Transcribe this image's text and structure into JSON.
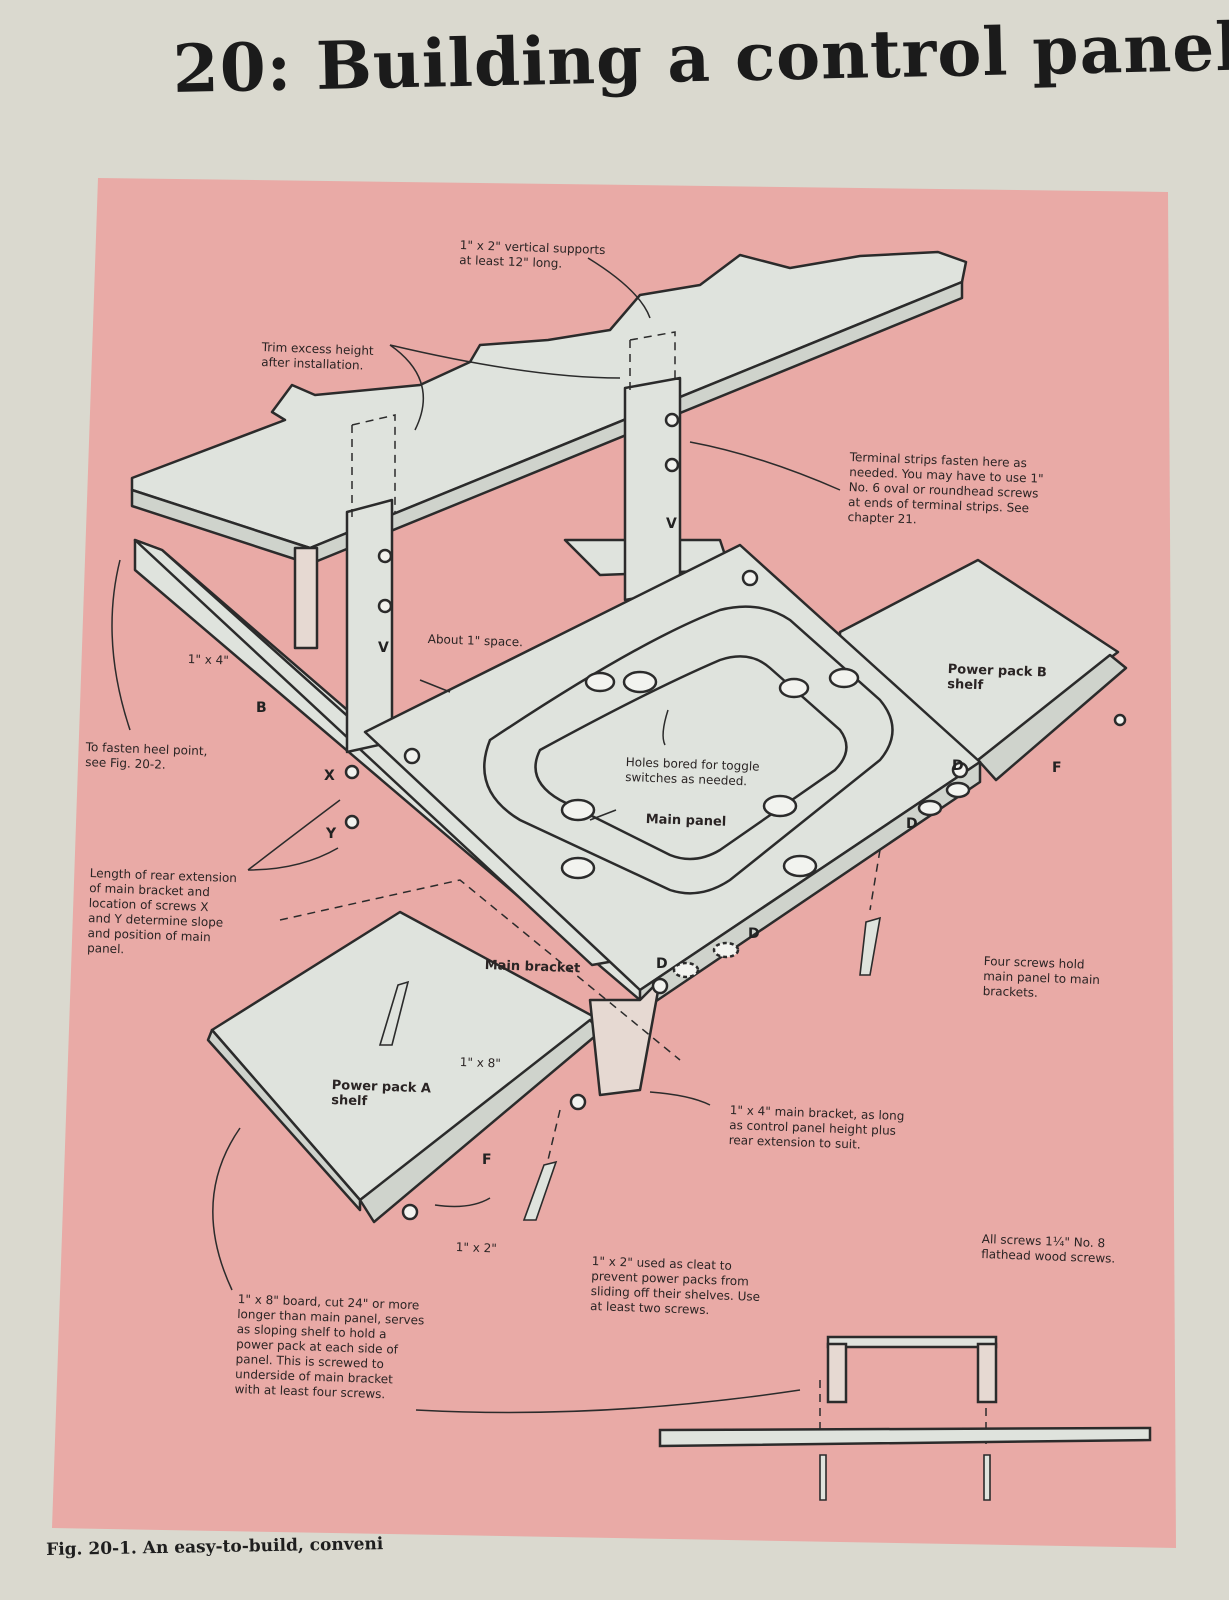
{
  "title": "20: Building a control panel",
  "caption": "Fig. 20-1. An easy-to-build, conveni",
  "labels": {
    "vertical_supports": "1\" x 2\" vertical supports\nat least 12\" long.",
    "trim_excess": "Trim excess height\nafter installation.",
    "terminal_strips": "Terminal strips fasten here as\nneeded. You may have to use 1\"\nNo. 6 oval or roundhead screws\nat ends of terminal strips. See\nchapter 21.",
    "one_by_four": "1\" x 4\"",
    "about_space": "About 1\" space.",
    "power_pack_b": "Power pack B\nshelf",
    "heel_point": "To fasten heel point,\nsee Fig. 20-2.",
    "holes_bored": "Holes bored for toggle\nswitches as needed.",
    "main_panel": "Main panel",
    "rear_extension": "Length of rear extension\nof main bracket and\nlocation of screws X\nand Y determine slope\nand position of main\npanel.",
    "main_bracket": "Main bracket",
    "four_screws": "Four screws hold\nmain panel to main\nbrackets.",
    "one_by_eight": "1\" x 8\"",
    "power_pack_a": "Power pack A\nshelf",
    "main_bracket_note": "1\" x 4\" main bracket, as long\nas control panel height plus\nrear extension to suit.",
    "one_by_two": "1\" x 2\"",
    "cleat_note": "1\" x 2\" used as cleat to\nprevent power packs from\nsliding off their shelves. Use\nat least two screws.",
    "all_screws": "All screws 1¼\" No. 8\nflathead wood screws.",
    "board_note": "1\" x 8\" board, cut 24\" or more\nlonger than main panel, serves\nas sloping shelf to hold a\npower pack at each side of\npanel. This is screwed to\nunderside of main bracket\nwith at least four screws."
  },
  "letters": {
    "v": "V",
    "b": "B",
    "x": "X",
    "y": "Y",
    "d": "D",
    "f": "F"
  },
  "colors": {
    "paper": "#dad9cf",
    "pink_panel": "#e9aaa6",
    "wood_face": "#dfe3dd",
    "ink": "#2b2b2b"
  }
}
